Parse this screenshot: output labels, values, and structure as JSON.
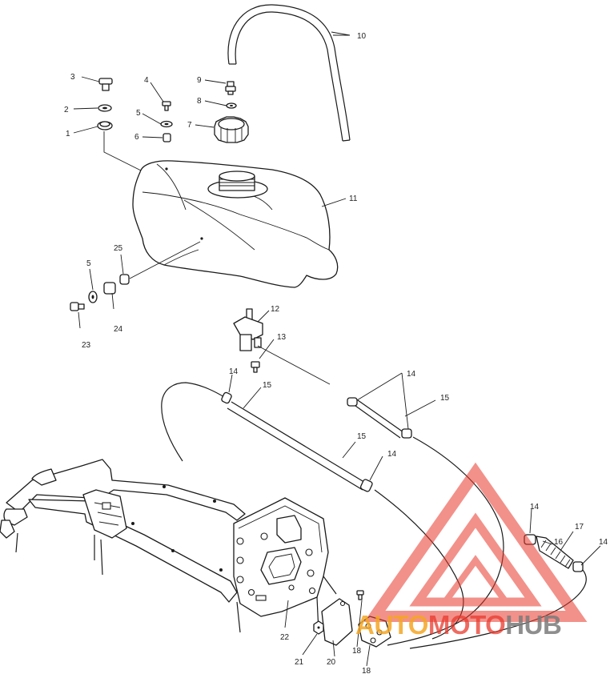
{
  "callouts": [
    "1",
    "2",
    "3",
    "4",
    "5",
    "6",
    "7",
    "8",
    "9",
    "10",
    "11",
    "12",
    "13",
    "14",
    "15",
    "16",
    "17",
    "18",
    "20",
    "21",
    "22",
    "23",
    "24",
    "25"
  ],
  "watermark": {
    "part1": "AUTO",
    "part2": "MOTO",
    "part3": "HUB",
    "colors": {
      "red": "#e8392c",
      "orange": "#f5a623",
      "gray": "#7a7a7a"
    }
  }
}
